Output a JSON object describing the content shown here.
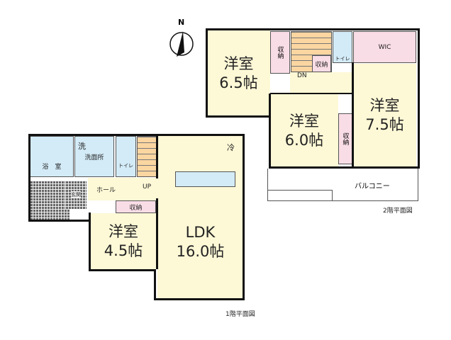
{
  "compass": {
    "label": "N"
  },
  "floor2": {
    "title": "2階平面図",
    "rooms": [
      {
        "name": "洋室",
        "size": "6.5帖"
      },
      {
        "name": "洋室",
        "size": "6.0帖"
      },
      {
        "name": "洋室",
        "size": "7.5帖"
      }
    ],
    "storage": "収納",
    "storage_small": "収納",
    "storage_right": "収納",
    "toilet": "トイレ",
    "wic": "WIC",
    "stairs": "DN",
    "balcony": "バルコニー"
  },
  "floor1": {
    "title": "1階平面図",
    "bath": "浴　室",
    "washroom": "洗面所",
    "washer": "洗",
    "toilet": "トイレ",
    "stairs": "UP",
    "entrance": "玄関",
    "hall": "ホール",
    "storage": "収納",
    "fridge": "冷",
    "rooms": [
      {
        "name": "洋室",
        "size": "4.5帖"
      },
      {
        "name": "LDK",
        "size": "16.0帖"
      }
    ]
  }
}
